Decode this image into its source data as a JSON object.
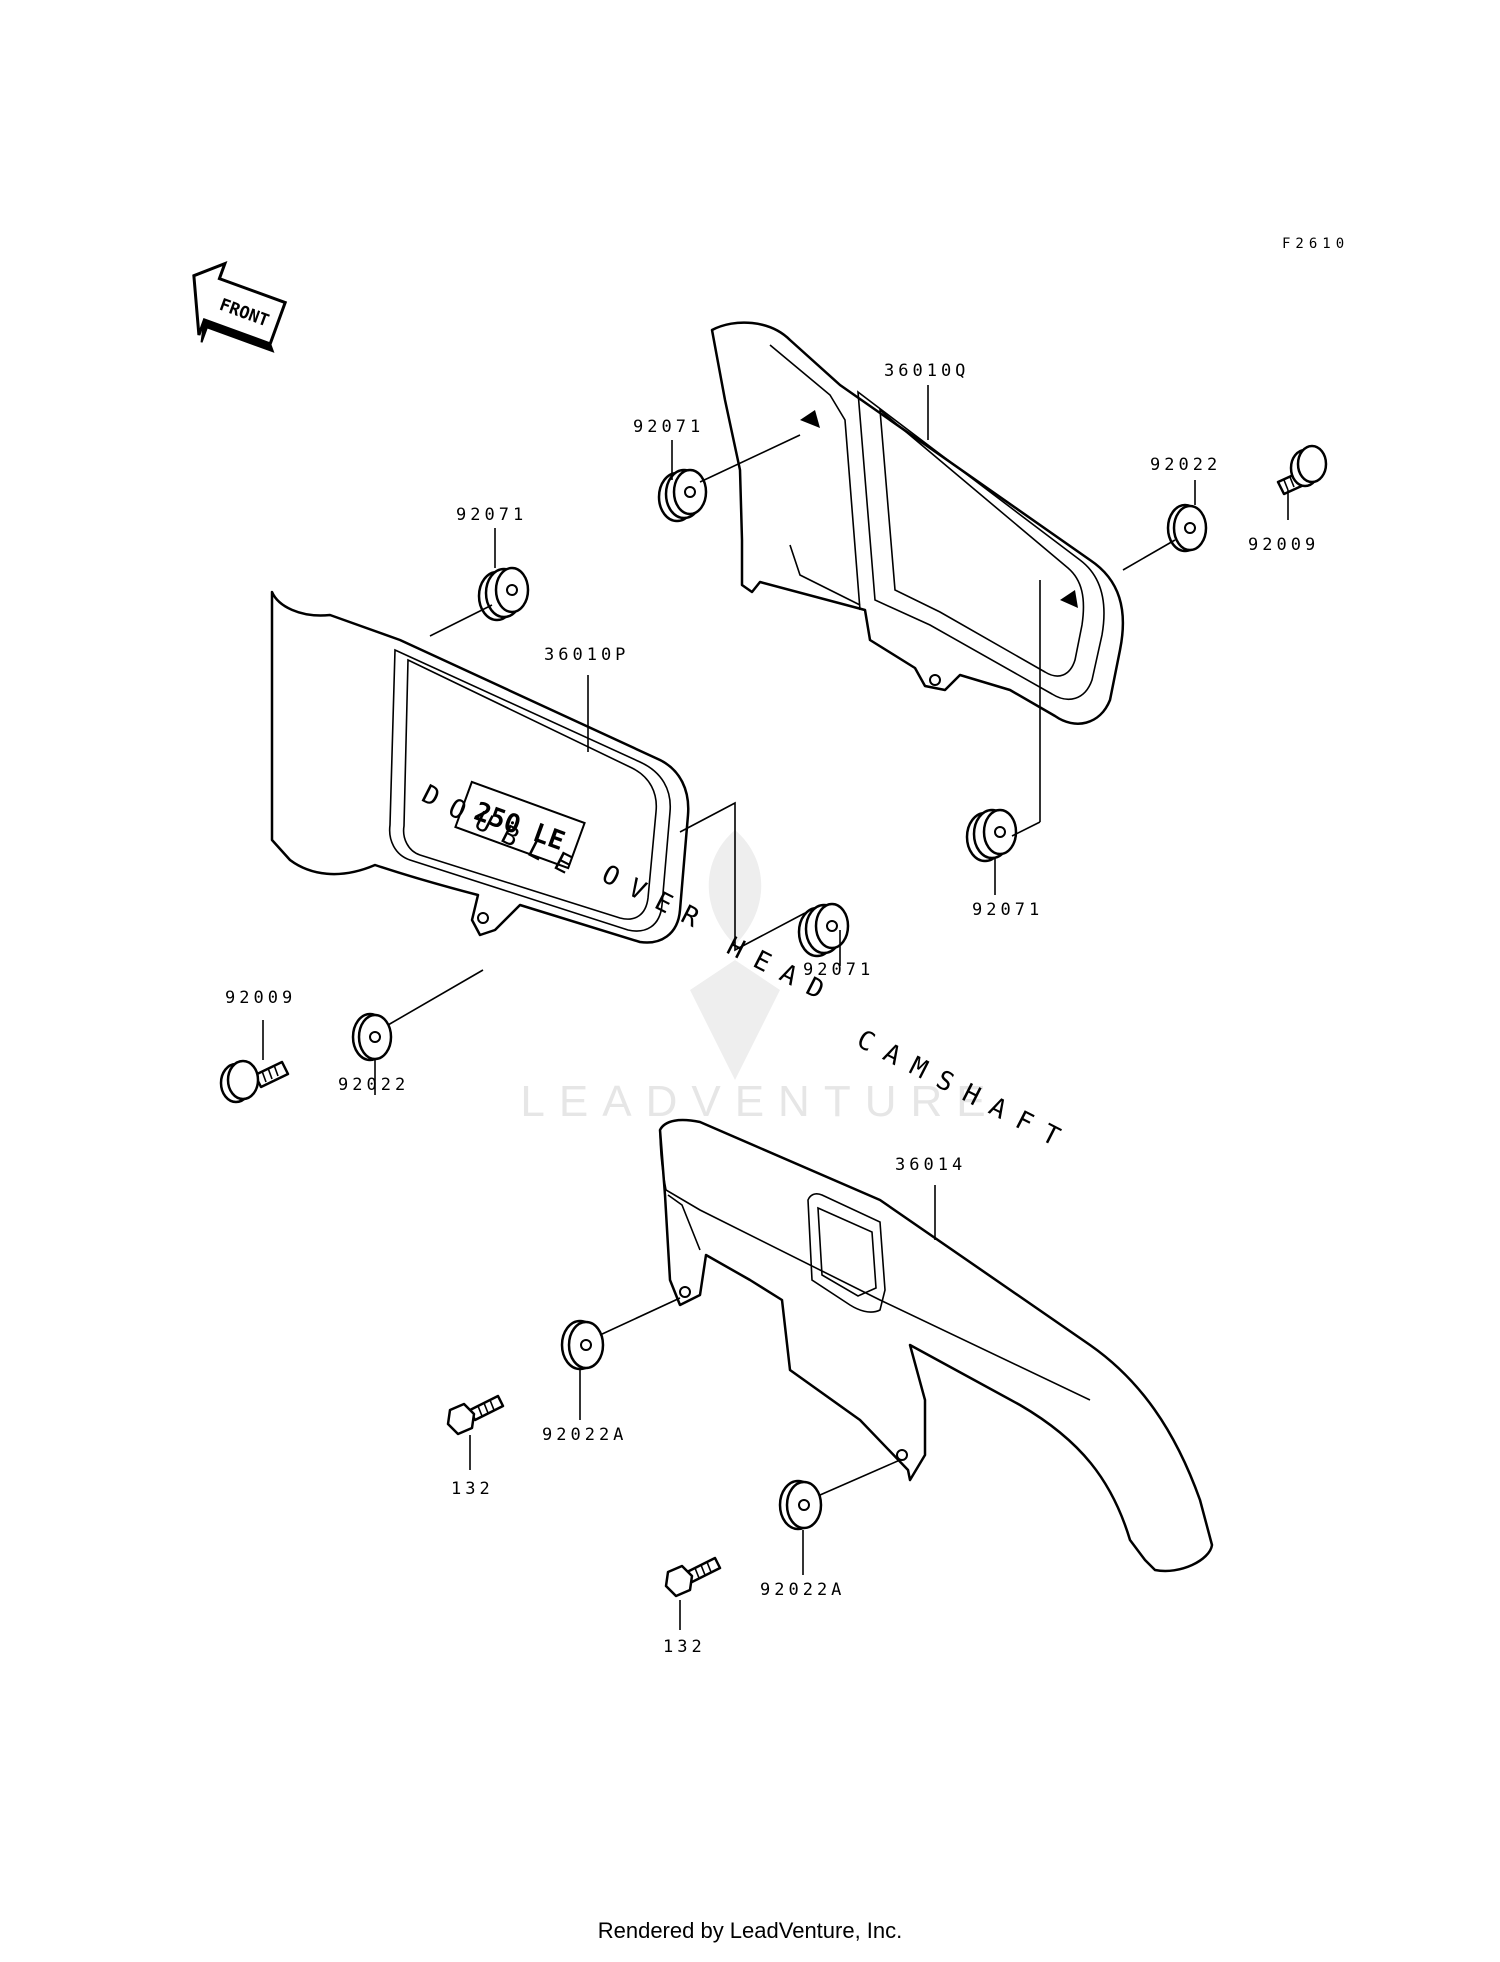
{
  "diagram_code": "F2610",
  "front_arrow_label": "FRONT",
  "decal_words": [
    "DOUBLE",
    "OVER",
    "HEAD",
    "CAMSHAFT"
  ],
  "decal_badge": "250 LE",
  "watermark": "LEADVENTURE",
  "parts": {
    "cover_right": "36010Q",
    "cover_left": "36010P",
    "chain_cover": "36014",
    "grommet_rq_top": "92071",
    "grommet_rq_bottom": "92071",
    "grommet_lp_top": "92071",
    "grommet_lp_right": "92071",
    "washer_rq": "92022",
    "bolt_rq": "92009",
    "washer_lp": "92022",
    "bolt_lp": "92009",
    "washer_chain_1": "92022A",
    "washer_chain_2": "92022A",
    "bolt_chain_1": "132",
    "bolt_chain_2": "132"
  },
  "footer": "Rendered by LeadVenture, Inc."
}
